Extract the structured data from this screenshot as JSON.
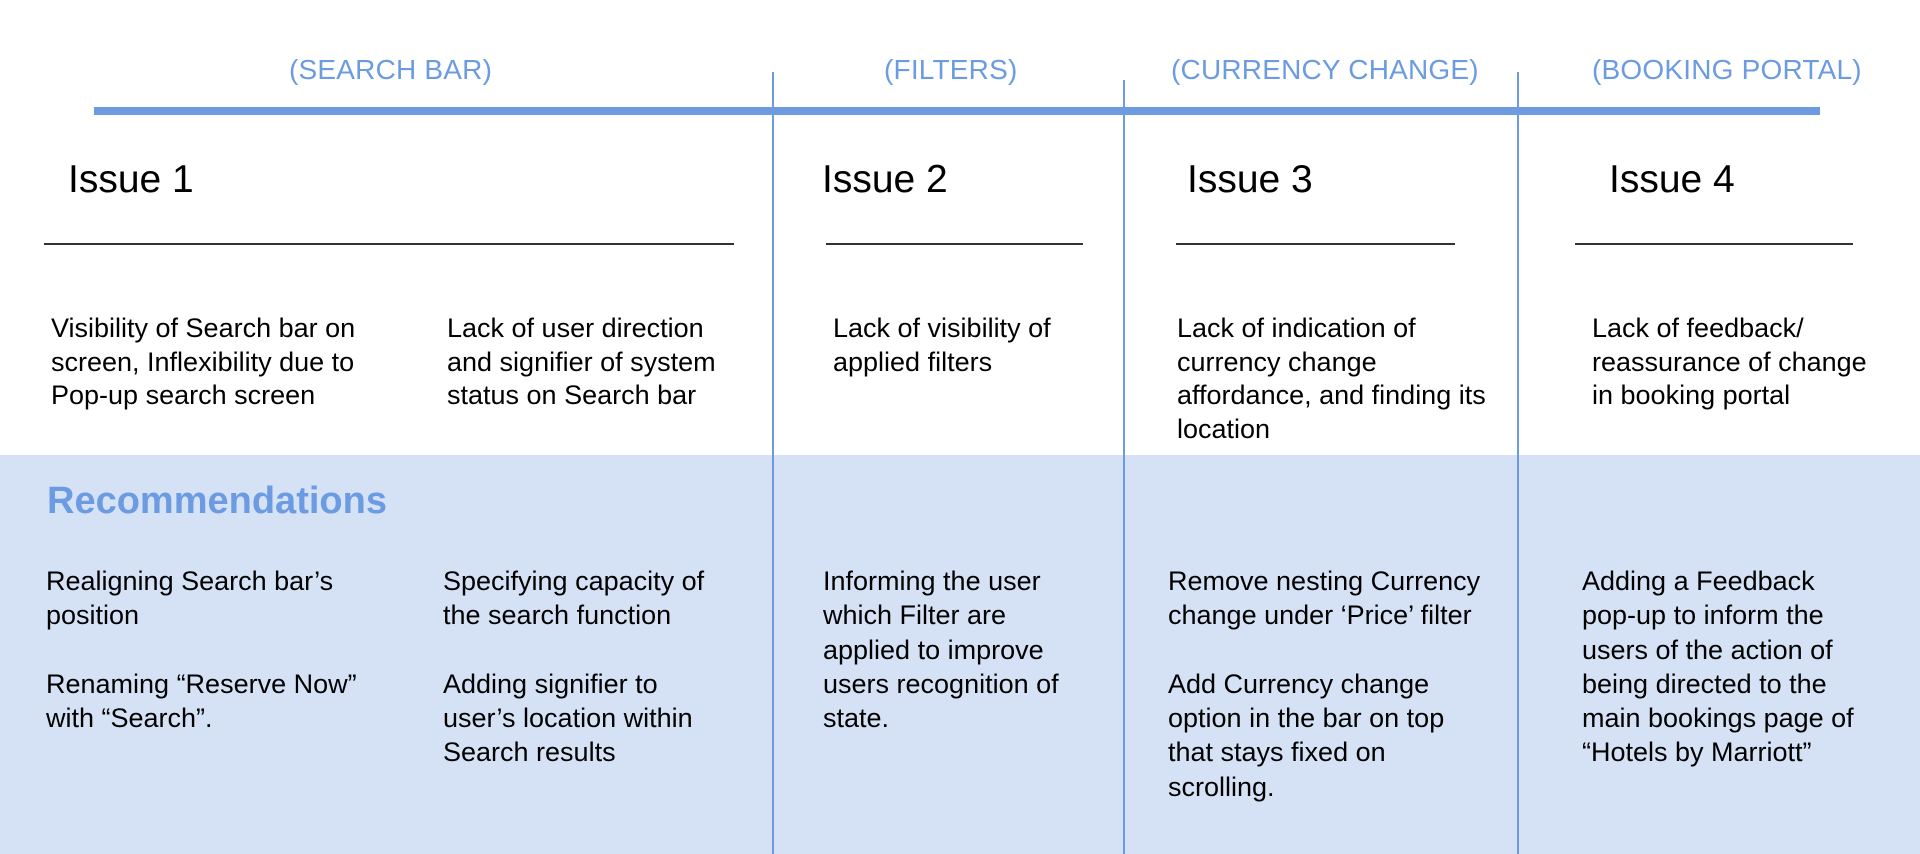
{
  "categories": [
    "(SEARCH BAR)",
    "(FILTERS)",
    "(CURRENCY CHANGE)",
    "(BOOKING PORTAL)"
  ],
  "issues": [
    {
      "title": "Issue 1",
      "descriptions": [
        "Visibility of Search bar on\nscreen, Inflexibility due to\nPop-up search screen",
        "Lack of user direction\nand signifier of system\nstatus on Search bar"
      ]
    },
    {
      "title": "Issue 2",
      "descriptions": [
        "Lack of visibility of\napplied filters"
      ]
    },
    {
      "title": "Issue 3",
      "descriptions": [
        "Lack of indication of\ncurrency change\naffordance, and finding its\nlocation"
      ]
    },
    {
      "title": "Issue 4",
      "descriptions": [
        "Lack of feedback/\nreassurance of change\nin booking portal"
      ]
    }
  ],
  "recommendations": {
    "title": "Recommendations",
    "columns": [
      "Realigning Search bar’s\nposition\n\nRenaming “Reserve Now”\nwith “Search”.",
      "Specifying capacity of\nthe search function\n\nAdding signifier to\nuser’s location within\nSearch results",
      "Informing the user\nwhich Filter are\napplied to improve\nusers recognition of\nstate.",
      "Remove nesting Currency\nchange under ‘Price’ filter\n\nAdd Currency change\noption in the bar on top\nthat stays fixed on\nscrolling.",
      "Adding a Feedback\npop-up to inform the\nusers of the action of\nbeing directed to the\nmain bookings page of\n“Hotels by Marriott”"
    ]
  },
  "colors": {
    "accent": "#6c9be2",
    "recommendation_band": "#d5e2f5",
    "text": "#000000"
  }
}
